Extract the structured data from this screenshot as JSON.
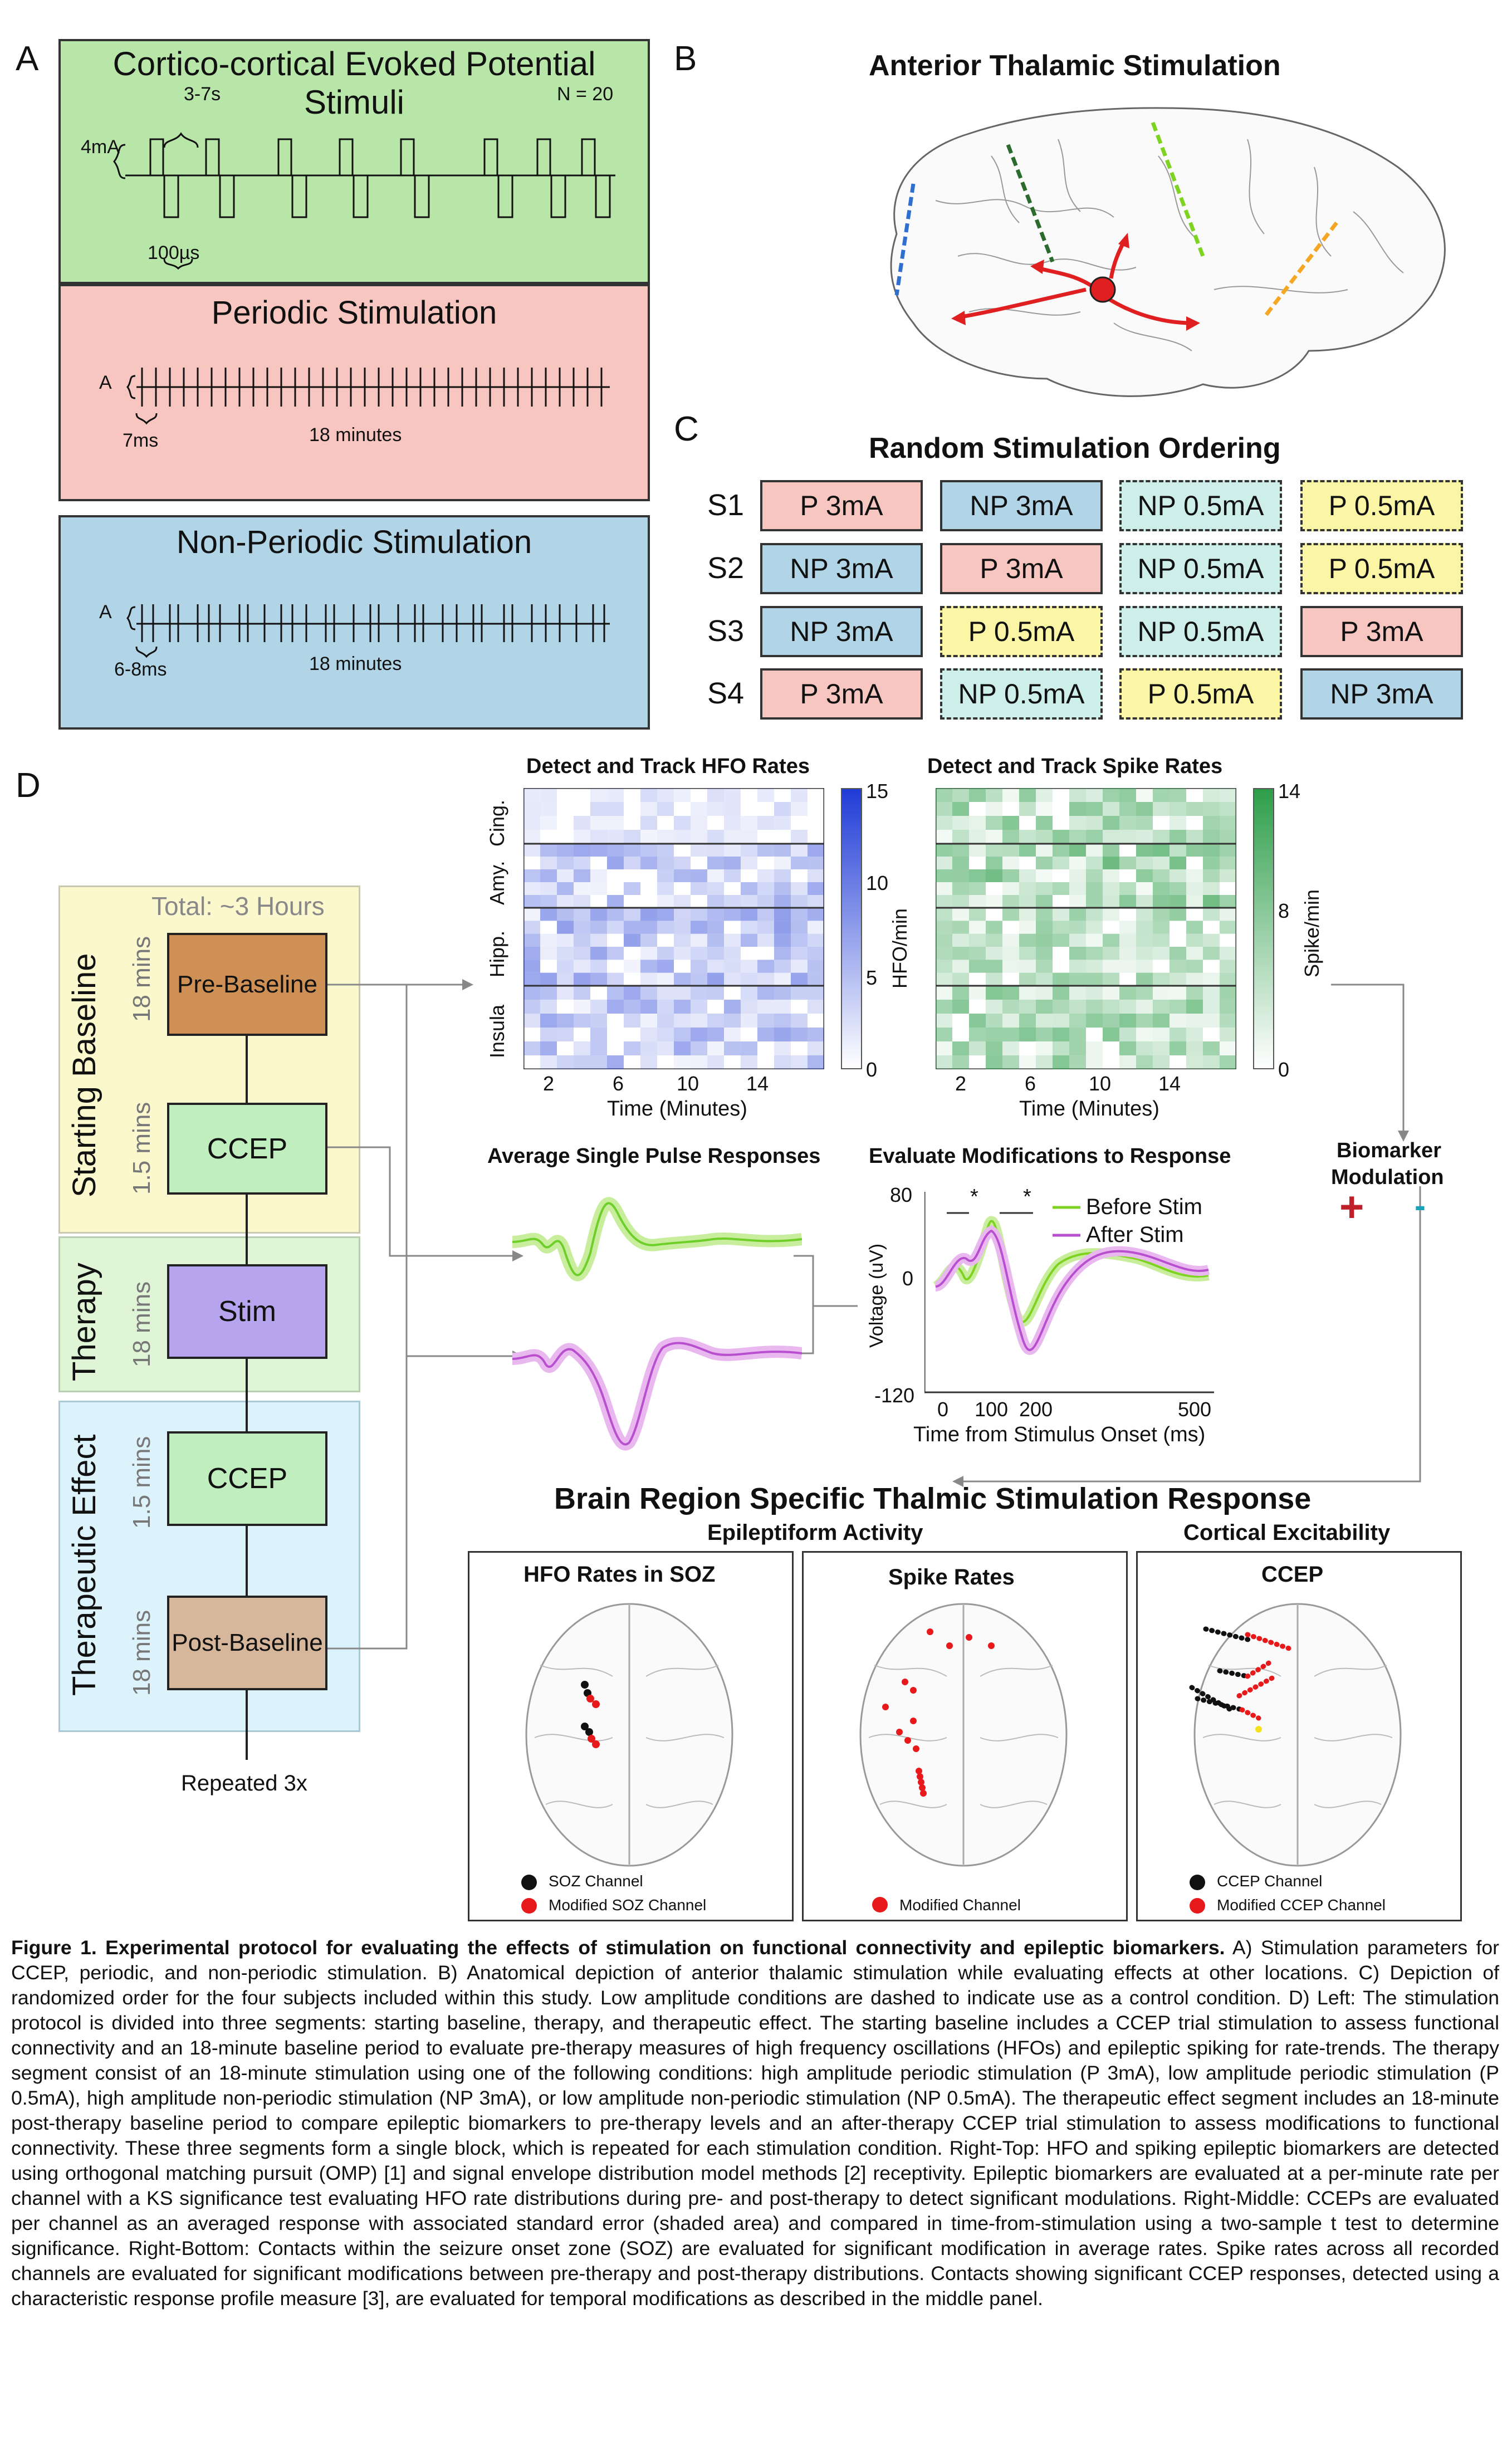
{
  "panel_a": {
    "label": "A",
    "ccep": {
      "title": "Cortico-cortical Evoked Potential Stimuli",
      "n": "N = 20",
      "interval": "3-7s",
      "amplitude": "4mA",
      "width": "100µs"
    },
    "periodic": {
      "title": "Periodic Stimulation",
      "amp": "A",
      "spacing": "7ms",
      "duration": "18 minutes"
    },
    "nonperiodic": {
      "title": "Non-Periodic Stimulation",
      "amp": "A",
      "spacing": "6-8ms",
      "duration": "18 minutes"
    }
  },
  "panel_b": {
    "label": "B",
    "title": "Anterior Thalamic Stimulation"
  },
  "panel_c": {
    "label": "C",
    "title": "Random Stimulation Ordering",
    "rows": [
      {
        "subject": "S1",
        "cells": [
          "P 3mA",
          "NP 3mA",
          "NP 0.5mA",
          "P 0.5mA"
        ]
      },
      {
        "subject": "S2",
        "cells": [
          "NP 3mA",
          "P 3mA",
          "NP 0.5mA",
          "P 0.5mA"
        ]
      },
      {
        "subject": "S3",
        "cells": [
          "NP 3mA",
          "P 0.5mA",
          "NP 0.5mA",
          "P 3mA"
        ]
      },
      {
        "subject": "S4",
        "cells": [
          "P 3mA",
          "NP 0.5mA",
          "P 0.5mA",
          "NP 3mA"
        ]
      }
    ],
    "colors": {
      "P 3mA": "#f7c6c0",
      "NP 3mA": "#b1d4e6",
      "NP 0.5mA": "#cdeee9",
      "P 0.5mA": "#fbf5a6"
    }
  },
  "panel_d": {
    "label": "D",
    "total": "Total:  ~3 Hours",
    "segments": {
      "baseline": "Starting Baseline",
      "therapy": "Therapy",
      "effect": "Therapeutic Effect"
    },
    "durations": {
      "pre": "18 mins",
      "ccep1": "1.5 mins",
      "stim": "18 mins",
      "ccep2": "1.5 mins",
      "post": "18 mins"
    },
    "steps": {
      "pre": "Pre-Baseline",
      "ccep1": "CCEP",
      "stim": "Stim",
      "ccep2": "CCEP",
      "post": "Post-Baseline"
    },
    "repeated": "Repeated 3x",
    "hfo": {
      "title": "Detect and Track HFO Rates",
      "regions": [
        "Cing.",
        "Amy.",
        "Hipp.",
        "Insula"
      ],
      "xticks": [
        "2",
        "6",
        "10",
        "14"
      ],
      "xlabel": "Time (Minutes)",
      "cbar_ticks": [
        "15",
        "10",
        "5",
        "0"
      ],
      "cbar_label": "HFO/min",
      "color": "#1f3bd6"
    },
    "spike": {
      "title": "Detect and Track Spike Rates",
      "xticks": [
        "2",
        "6",
        "10",
        "14"
      ],
      "xlabel": "Time (Minutes)",
      "cbar_ticks": [
        "14",
        "8",
        "0"
      ],
      "cbar_label": "Spike/min",
      "color": "#2e9e4a"
    },
    "avg_title": "Average Single Pulse Responses",
    "eval": {
      "title": "Evaluate Modifications to Response",
      "legend_before": "Before Stim",
      "legend_after": "After Stim",
      "ylabel": "Voltage (uV)",
      "xlabel": "Time from Stimulus Onset (ms)",
      "yticks": [
        "80",
        "0",
        "-120"
      ],
      "xticks": [
        "0",
        "100",
        "200",
        "500"
      ],
      "star": "*",
      "before_color": "#7ed321",
      "after_color": "#b84fcf"
    },
    "biomarker": {
      "title1": "Biomarker",
      "title2": "Modulation",
      "plus": "+",
      "minus": "-"
    },
    "region_title": "Brain Region Specific Thalmic Stimulation Response",
    "epi_title": "Epileptiform Activity",
    "cort_title": "Cortical Excitability",
    "sub": [
      {
        "title": "HFO Rates in SOZ",
        "legend": [
          "SOZ Channel",
          "Modified SOZ Channel"
        ]
      },
      {
        "title": "Spike Rates",
        "legend": [
          "Modified Channel"
        ]
      },
      {
        "title": "CCEP",
        "legend": [
          "CCEP Channel",
          "Modified CCEP Channel"
        ]
      }
    ]
  },
  "caption": {
    "bold": "Figure 1. Experimental protocol for evaluating the effects of stimulation on functional connectivity and epileptic biomarkers.",
    "text": " A) Stimulation parameters for CCEP, periodic, and non-periodic stimulation. B) Anatomical depiction of anterior thalamic stimulation while evaluating effects at other locations. C) Depiction of randomized order for the four subjects included within this study. Low amplitude conditions are dashed to indicate use as a control condition. D) Left: The stimulation protocol is divided into three segments: starting baseline, therapy, and therapeutic effect. The starting baseline includes a CCEP trial stimulation to assess functional connectivity and an 18-minute baseline period to evaluate pre-therapy measures of high frequency oscillations (HFOs) and epileptic spiking for rate-trends. The therapy segment consist of an 18-minute stimulation using one of the following conditions: high amplitude periodic stimulation (P 3mA), low amplitude periodic stimulation (P 0.5mA), high amplitude non-periodic stimulation (NP 3mA), or low amplitude non-periodic stimulation (NP 0.5mA). The therapeutic effect segment includes an 18-minute post-therapy baseline period to compare epileptic biomarkers to pre-therapy levels and an after-therapy CCEP trial stimulation to assess modifications to functional connectivity. These three segments form a single block, which is repeated for each stimulation condition. Right-Top: HFO and spiking epileptic biomarkers are detected using orthogonal matching pursuit (OMP) [1] and signal envelope distribution model methods [2] receptivity. Epileptic biomarkers are evaluated at a per-minute rate per channel with a KS significance test evaluating HFO rate distributions during pre- and post-therapy to detect significant modulations. Right-Middle: CCEPs are evaluated per channel as an averaged response with associated standard error (shaded area) and compared in time-from-stimulation using a two-sample t test to determine significance. Right-Bottom: Contacts within the seizure onset zone (SOZ) are evaluated for significant modification in average rates. Spike rates across all recorded channels are evaluated for significant modifications between pre-therapy and post-therapy distributions. Contacts showing significant CCEP responses, detected using a characteristic response profile measure [3], are evaluated for temporal modifications as described in the middle panel."
  }
}
